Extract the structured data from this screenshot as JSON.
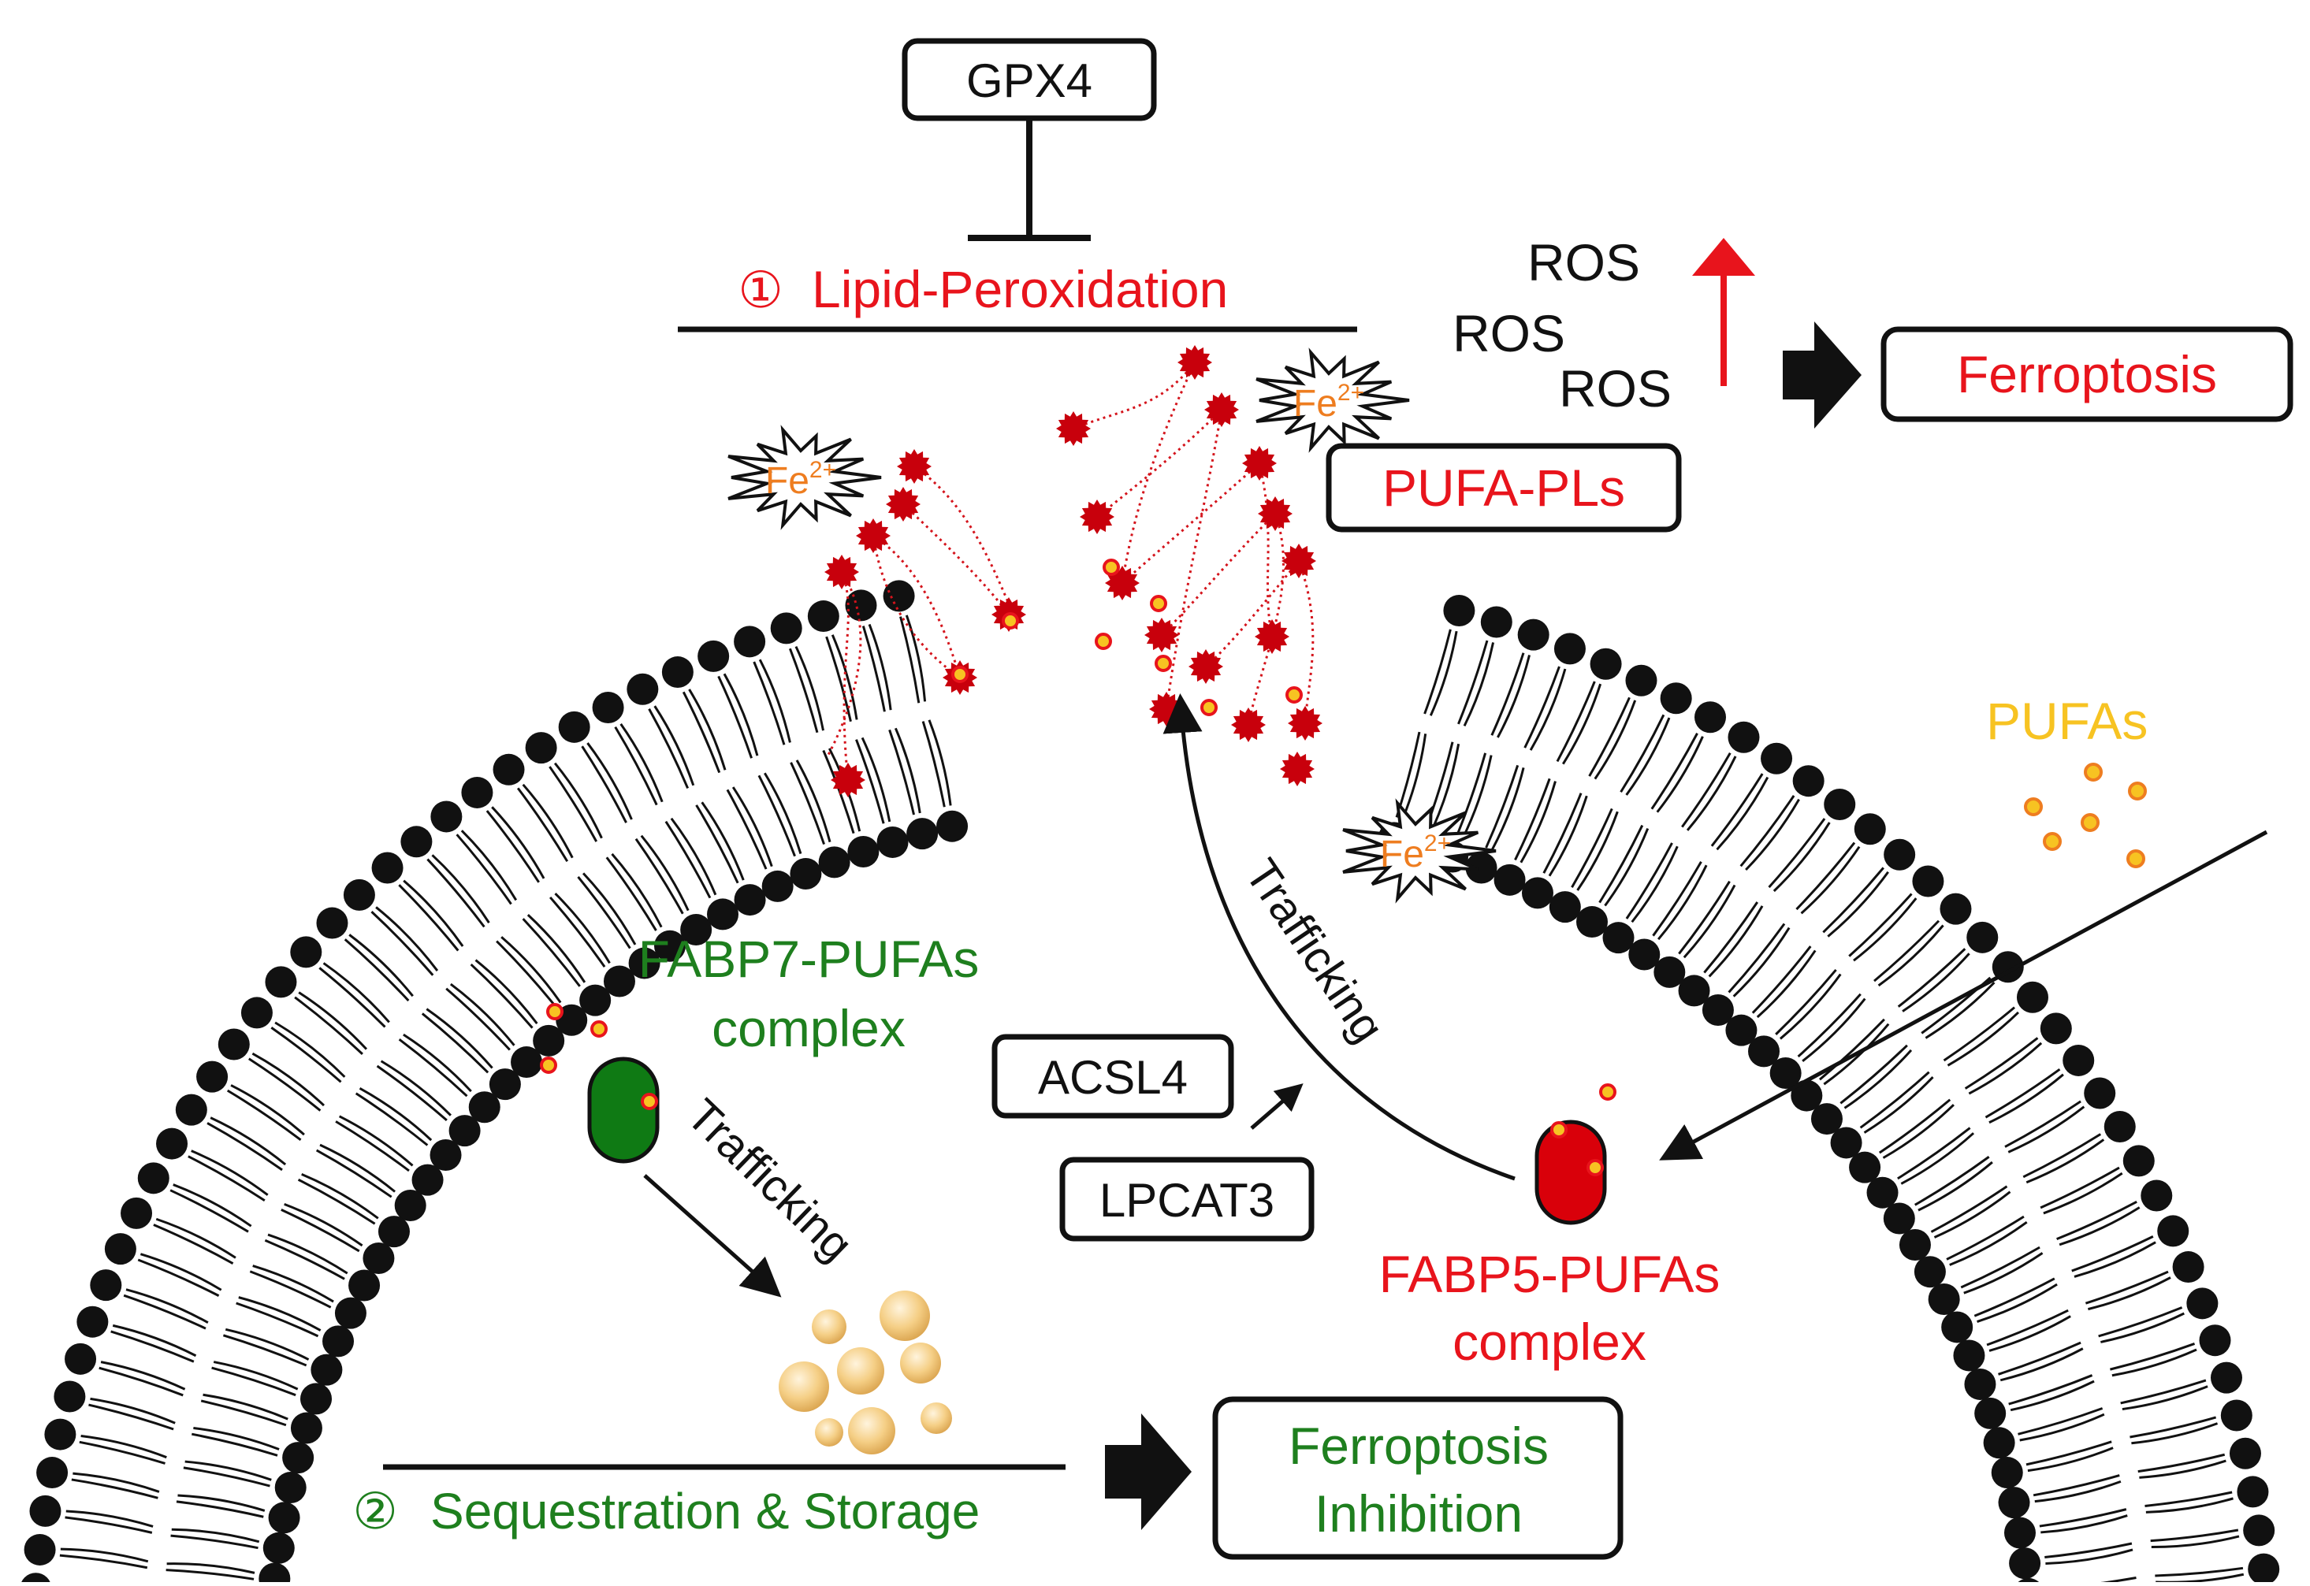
{
  "colors": {
    "red": "#e8141c",
    "green": "#1e7f1e",
    "orange": "#ee7d20",
    "gold": "#f7c322",
    "black": "#111111",
    "lipid_head_red": "#c8000c",
    "fabp7_fill": "#0f7a14",
    "fabp5_fill": "#d9000a",
    "droplet": "#f2c26e"
  },
  "labels": {
    "gpx4": "GPX4",
    "lipid_peroxidation_num": "①",
    "lipid_peroxidation": "Lipid-Peroxidation",
    "ros_1": "ROS",
    "ros_2": "ROS",
    "ros_3": "ROS",
    "ferroptosis": "Ferroptosis",
    "pufa_pls": "PUFA-PLs",
    "pufas": "PUFAs",
    "fe": "Fe",
    "fe_charge": "2+",
    "fabp7_line1": "FABP7-PUFAs",
    "fabp7_line2": "complex",
    "trafficking_left": "Trafficking",
    "trafficking_right": "Trafficking",
    "acsl4": "ACSL4",
    "lpcat3": "LPCAT3",
    "fabp5_line1": "FABP5-PUFAs",
    "fabp5_line2": "complex",
    "sequestration_num": "②",
    "sequestration": "Sequestration & Storage",
    "inhibition_line1": "Ferroptosis",
    "inhibition_line2": "Inhibition"
  },
  "icons": {
    "inhibition": "t-bar-inhibition-icon",
    "ros_increase": "up-arrow-icon",
    "fe_burst": "starburst-icon",
    "block_arrow": "block-arrow-right-icon"
  }
}
